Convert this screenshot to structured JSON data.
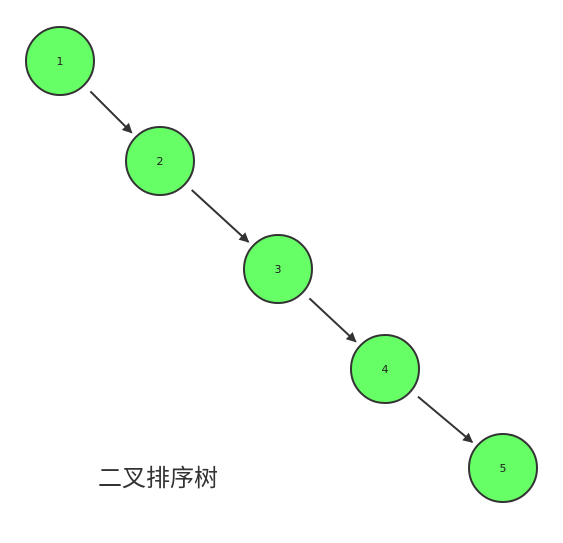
{
  "diagram": {
    "caption": "二叉排序树",
    "node_fill": "#66ff66",
    "node_stroke": "#333333",
    "edge_color": "#333333",
    "nodes": [
      {
        "label": "1"
      },
      {
        "label": "2"
      },
      {
        "label": "3"
      },
      {
        "label": "4"
      },
      {
        "label": "5"
      }
    ],
    "edges": [
      {
        "from": "1",
        "to": "2"
      },
      {
        "from": "2",
        "to": "3"
      },
      {
        "from": "3",
        "to": "4"
      },
      {
        "from": "4",
        "to": "5"
      }
    ]
  }
}
